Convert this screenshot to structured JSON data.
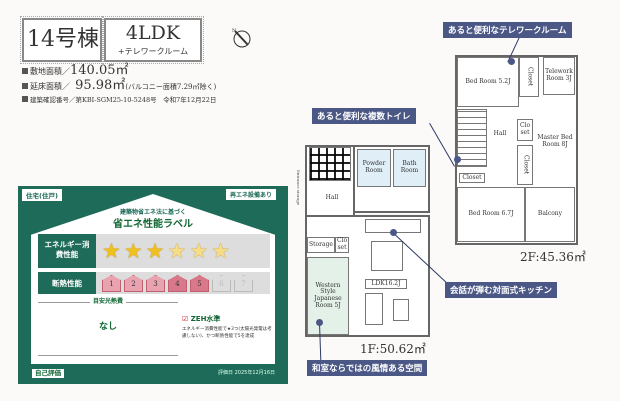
{
  "header": {
    "building": "14号棟",
    "layout": "4LDK",
    "layout_extra": "+テレワークルーム",
    "compass_icon": "north-arrow-icon"
  },
  "info": {
    "site_area_label": "敷地面積／",
    "site_area": "140.05㎡",
    "floor_area_label": "延床面積／",
    "floor_area": "95.98㎡",
    "floor_area_note": "(バルコニー面積7.29㎡除く)",
    "permit_label": "建築確認番号／",
    "permit": "第KBI-SGM25-10-5248号　令和7年12月22日"
  },
  "energy_label": {
    "type": "住宅(住戸)",
    "reuse": "再エネ設備あり",
    "subtitle": "建築物省エネ法に基づく",
    "title": "省エネ性能ラベル",
    "energy_row": "エネルギー消費性能",
    "energy_stars": 6,
    "energy_stars_solid": 3,
    "insulation_row": "断熱性能",
    "insulation_levels": [
      "1",
      "2",
      "3",
      "4",
      "5",
      "6",
      "7"
    ],
    "insulation_level": 5,
    "cost_heading": "目安光熱費",
    "cost_value": "なし",
    "zeh": "ZEH水準",
    "zeh_note": "エネルギー消費性能で★3つ(太陽光発電は考慮しない)、かつ断熱性能で5を達成",
    "self_eval": "自己評価",
    "date": "評価日 2025年12月16日",
    "colors": {
      "green": "#1d6b58",
      "star": "#f0c020",
      "insulation": "#d9788a"
    }
  },
  "callouts": {
    "telework": "あると便利なテレワークルーム",
    "toilet": "あると便利な複数トイレ",
    "kitchen": "会話が弾む対面式キッチン",
    "japanese": "和室ならではの風情ある空間",
    "color": "#4b5886"
  },
  "floor1": {
    "area": "1F:50.62㎡",
    "rooms": {
      "entrance": "Entrance storage",
      "hall": "Hall",
      "powder": "Powder Room",
      "bath": "Bath Room",
      "storage": "Storage",
      "closet": "Clo set",
      "ldk": "LDK16.2J",
      "japanese": "Western Style Japanese Room 5J"
    }
  },
  "floor2": {
    "area": "2F:45.36㎡",
    "rooms": {
      "bed1": "Bed Room 5.2J",
      "telework": "Telework Room 3J",
      "closet_a": "Closet",
      "master": "Master Bed Room 8J",
      "hall": "Hall",
      "closet_b": "Closet",
      "closet_c": "Clo set",
      "closet_d": "Closet",
      "bed2": "Bed Room 6.7J",
      "balcony": "Balcony"
    }
  }
}
